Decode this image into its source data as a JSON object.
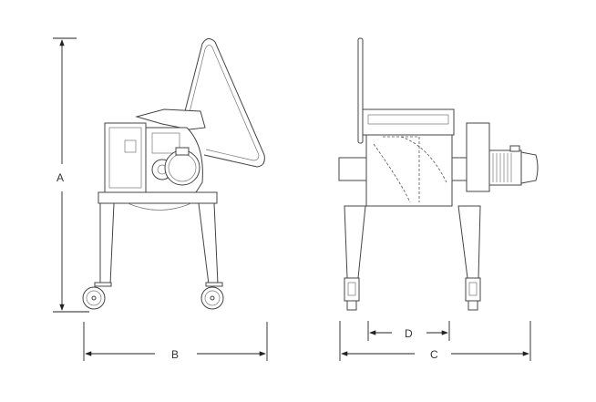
{
  "dimensions": {
    "height_label": "A",
    "side_width_label": "B",
    "front_width_label": "C",
    "wheel_track_label": "D"
  },
  "colors": {
    "line": "#444444",
    "background": "#ffffff"
  }
}
